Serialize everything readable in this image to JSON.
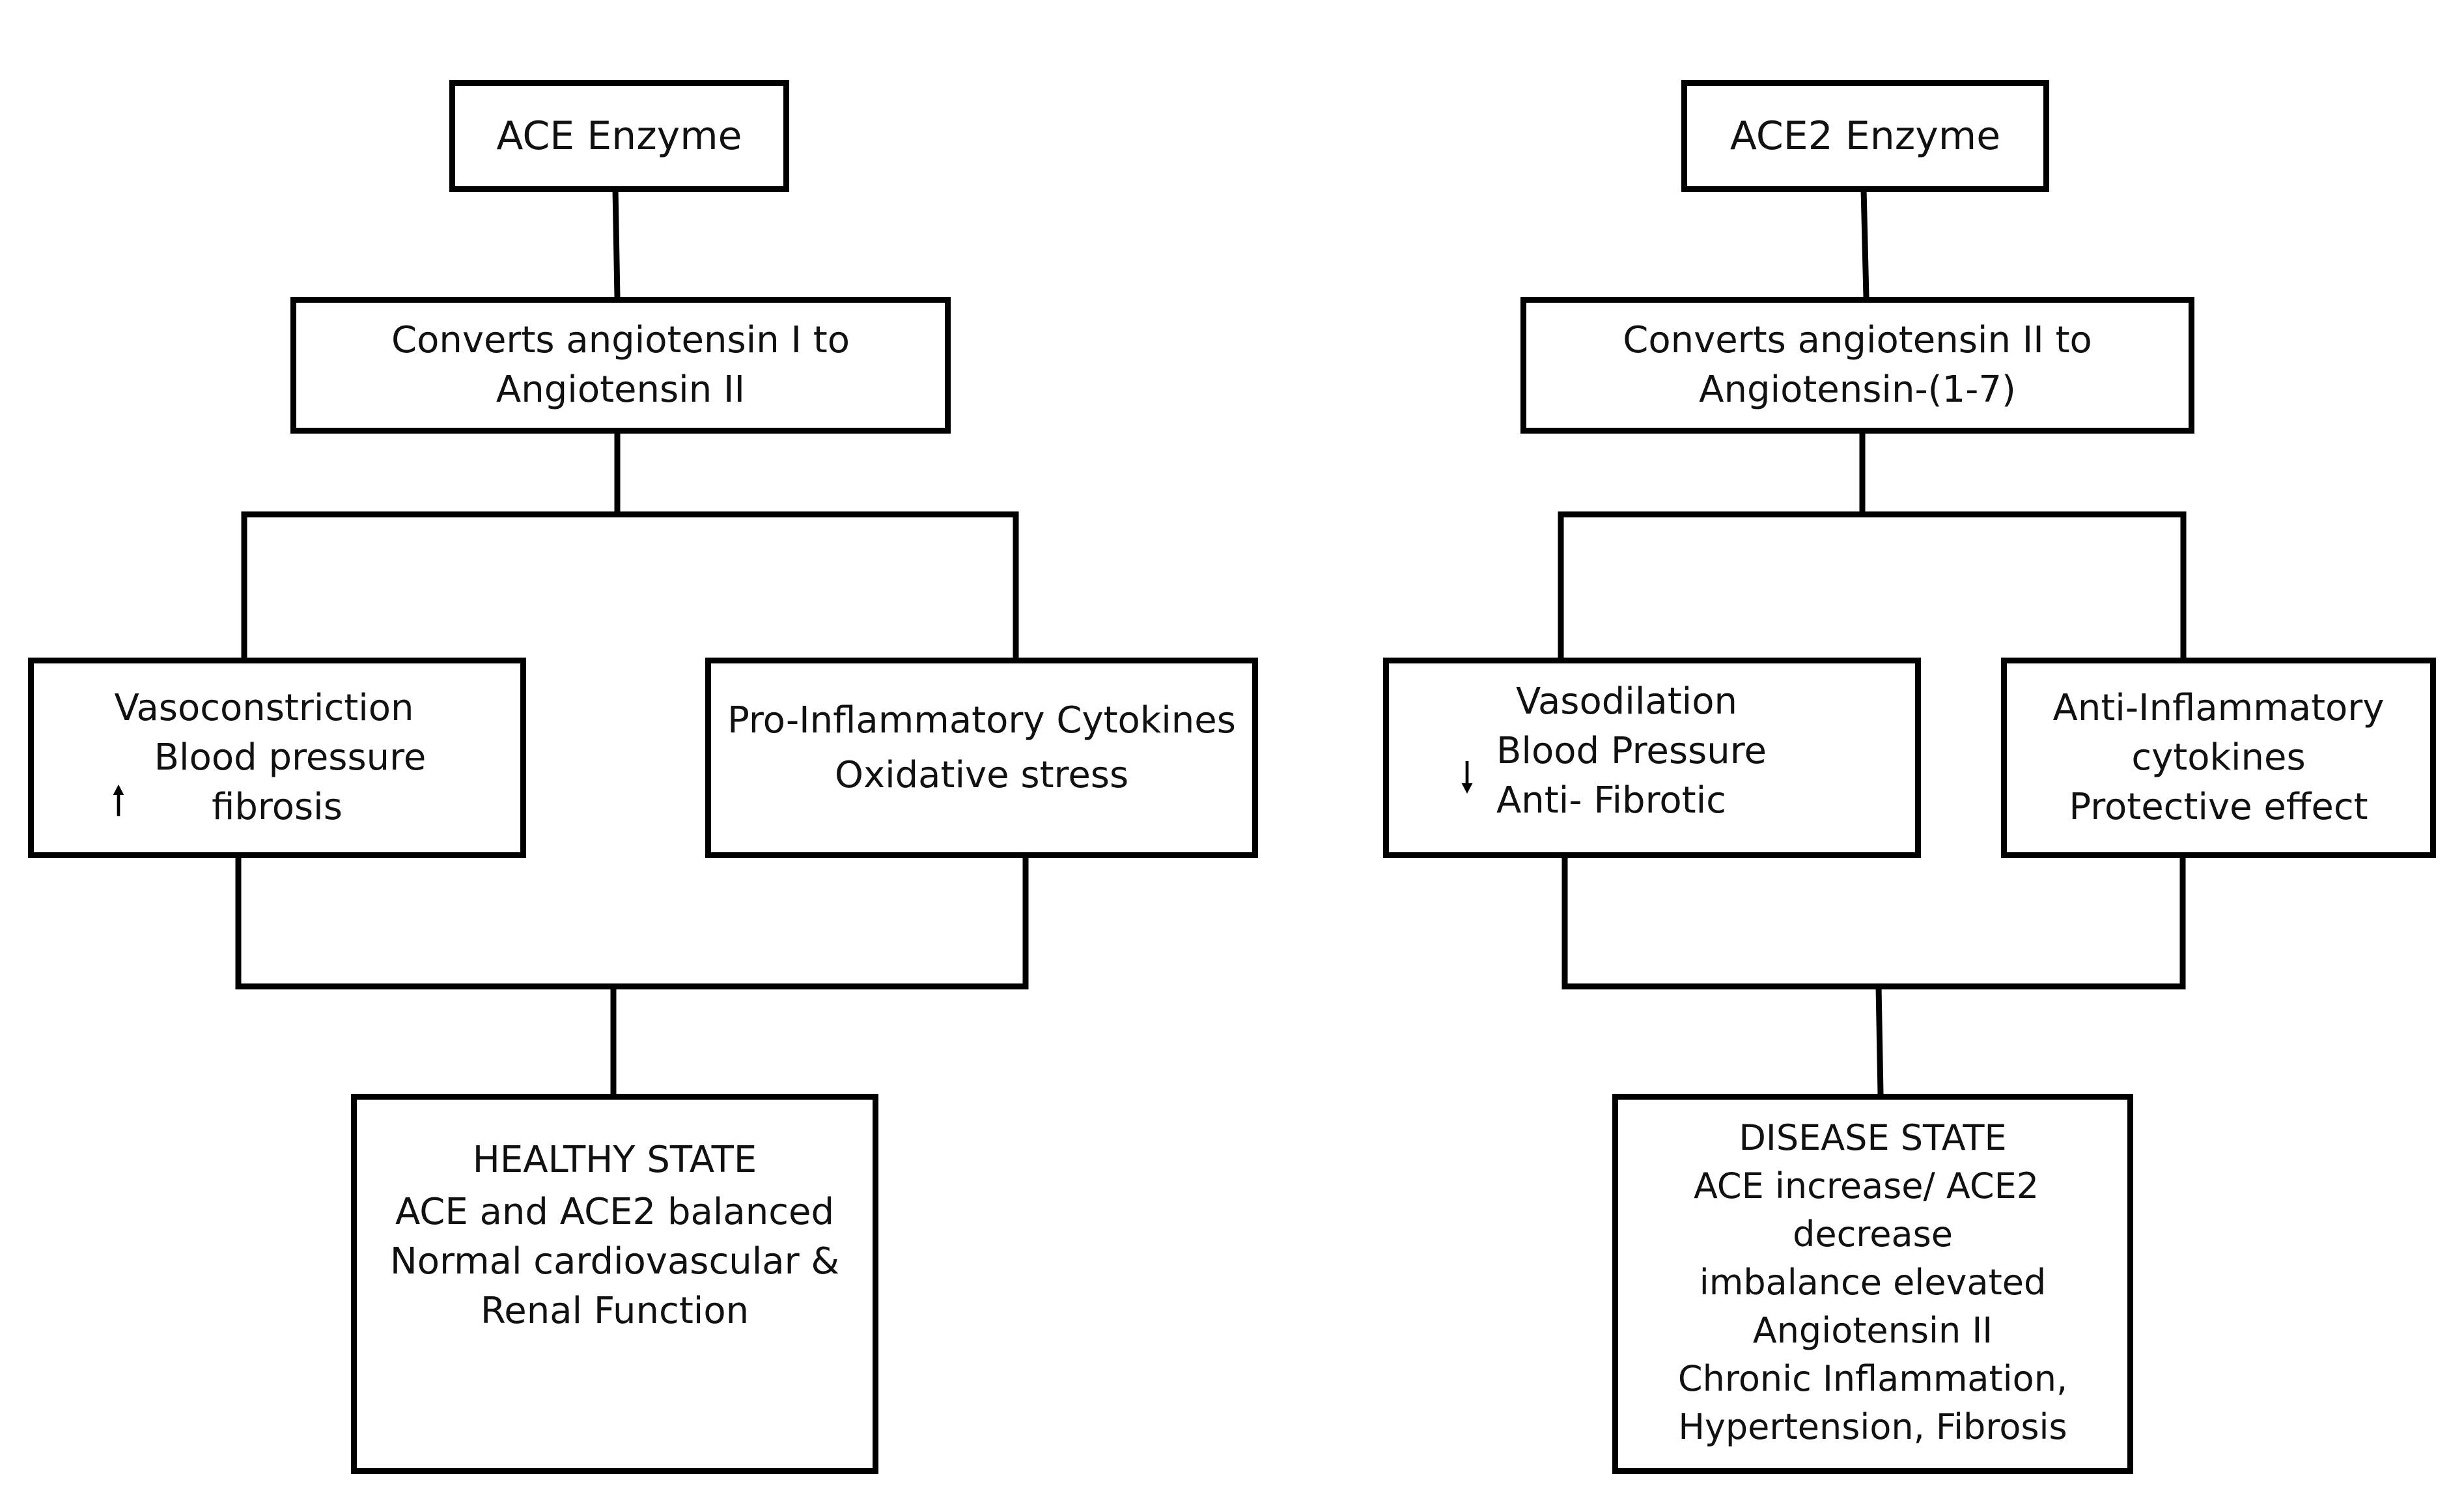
{
  "left": {
    "enzyme": "ACE Enzyme",
    "conversion": [
      "Converts angiotensin I to",
      "Angiotensin II"
    ],
    "effect_a": [
      "Vasoconstriction",
      "Blood pressure",
      "fibrosis"
    ],
    "effect_a_arrow": "up-arrow-icon",
    "effect_b": [
      "Pro-Inflammatory Cytokines",
      "Oxidative stress"
    ],
    "state": [
      "HEALTHY STATE",
      "ACE and ACE2 balanced",
      "Normal cardiovascular &",
      "Renal Function"
    ]
  },
  "right": {
    "enzyme": "ACE2 Enzyme",
    "conversion": [
      "Converts angiotensin II to",
      "Angiotensin-(1-7)"
    ],
    "effect_a": [
      "Vasodilation",
      "Blood Pressure",
      "Anti- Fibrotic"
    ],
    "effect_a_arrow": "down-arrow-icon",
    "effect_b": [
      "Anti-Inflammatory",
      "cytokines",
      "Protective effect"
    ],
    "state": [
      "DISEASE STATE",
      "ACE increase/ ACE2",
      "decrease",
      "imbalance elevated",
      "Angiotensin II",
      "Chronic Inflammation,",
      "Hypertension,  Fibrosis"
    ]
  },
  "colors": {
    "stroke": "#000000",
    "text": "#111111",
    "background": "#ffffff"
  }
}
